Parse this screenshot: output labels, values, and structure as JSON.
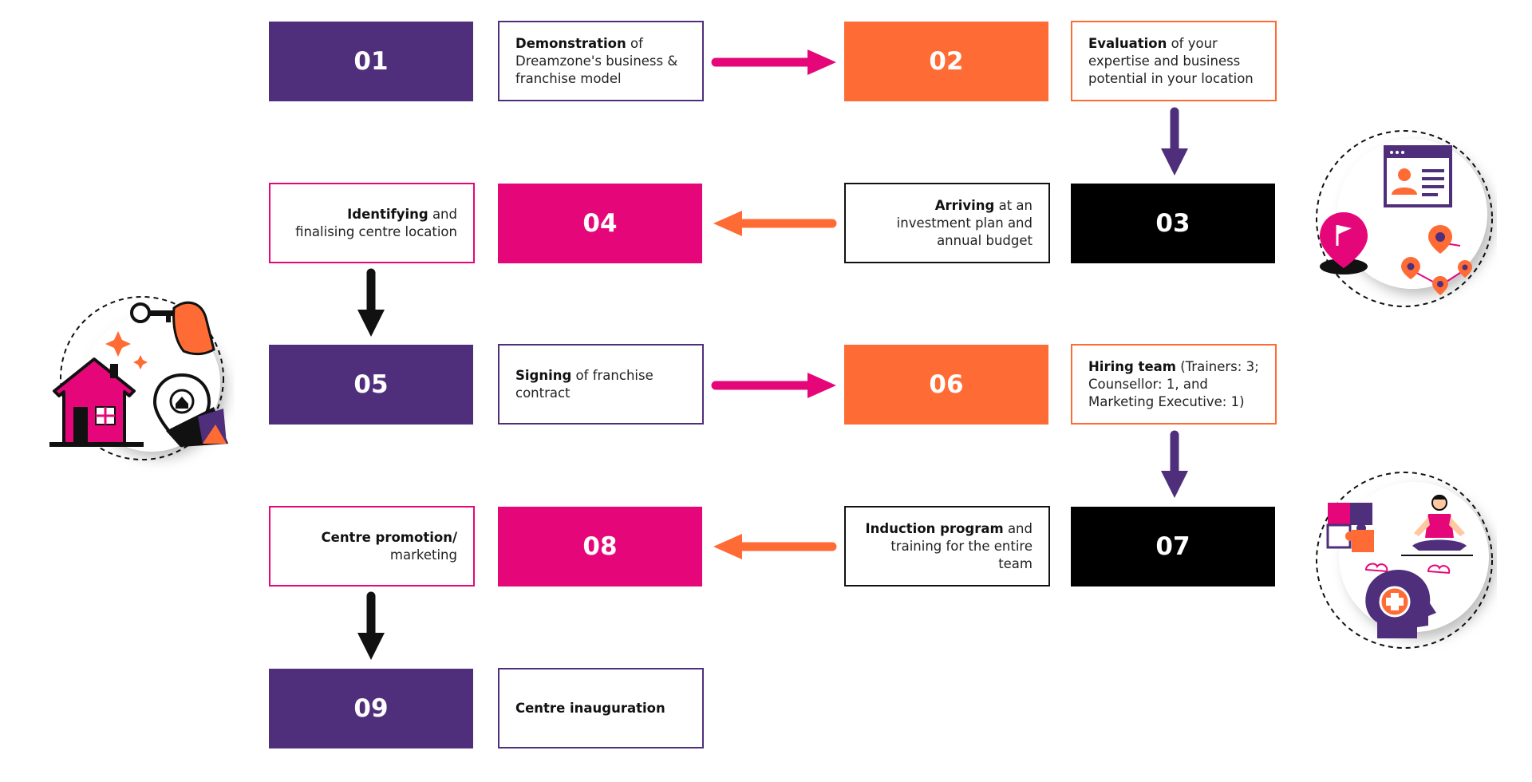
{
  "colors": {
    "purple": "#4f2f7b",
    "orange": "#ff6b35",
    "pink": "#e5077a",
    "black": "#000000"
  },
  "steps": [
    {
      "number": "01",
      "bold": "Demonstration",
      "text": " of Dreamzone's business & franchise model"
    },
    {
      "number": "02",
      "bold": "Evaluation",
      "text": " of your expertise and business potential in your location"
    },
    {
      "number": "03",
      "bold": "Arriving",
      "text": " at an investment plan and annual budget"
    },
    {
      "number": "04",
      "bold": "Identifying",
      "text": " and finalising centre location"
    },
    {
      "number": "05",
      "bold": "Signing",
      "text": " of franchise contract"
    },
    {
      "number": "06",
      "bold": "Hiring team",
      "text": " (Trainers: 3; Counsellor: 1, and Marketing Executive: 1)"
    },
    {
      "number": "07",
      "bold": "Induction program",
      "text": " and training for the entire team"
    },
    {
      "number": "08",
      "bold": "Centre promotion/",
      "text": " marketing"
    },
    {
      "number": "09",
      "bold": "Centre inauguration",
      "text": ""
    }
  ],
  "icons": {
    "keys_house": "house-key-location-icon",
    "profile_map": "profile-map-pins-icon",
    "wellbeing": "puzzle-yoga-mind-icon"
  }
}
